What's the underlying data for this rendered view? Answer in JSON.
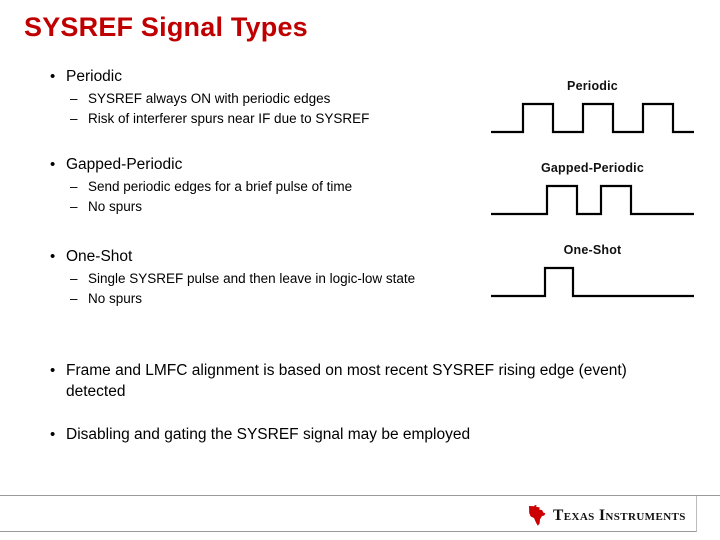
{
  "slide": {
    "title": "SYSREF Signal Types",
    "title_color": "#C00000",
    "bullet_marker": "•",
    "dash_marker": "–"
  },
  "body": {
    "groups": [
      {
        "heading": "Periodic",
        "sub": [
          "SYSREF always ON with periodic edges",
          "Risk of interferer spurs near IF due to SYSREF"
        ]
      },
      {
        "heading": "Gapped-Periodic",
        "sub": [
          "Send periodic edges for a brief pulse of time",
          "No spurs"
        ]
      },
      {
        "heading": "One-Shot",
        "sub": [
          "Single SYSREF pulse and then leave in logic-low state",
          "No spurs"
        ]
      }
    ],
    "closing": [
      "Frame and LMFC alignment is based on most recent SYSREF rising edge (event) detected",
      "Disabling and gating the SYSREF signal may be employed"
    ]
  },
  "waveforms": [
    {
      "label": "Periodic",
      "description": "continuous square wave with three pulses",
      "pulses": 3
    },
    {
      "label": "Gapped-Periodic",
      "description": "burst of two pulses with low level before and after",
      "pulses": 2
    },
    {
      "label": "One-Shot",
      "description": "single pulse then stays logic low",
      "pulses": 1
    }
  ],
  "footer": {
    "logo_text": "Texas Instruments",
    "logo_mark": "texas-state-shape",
    "logo_color": "#CC0000"
  }
}
